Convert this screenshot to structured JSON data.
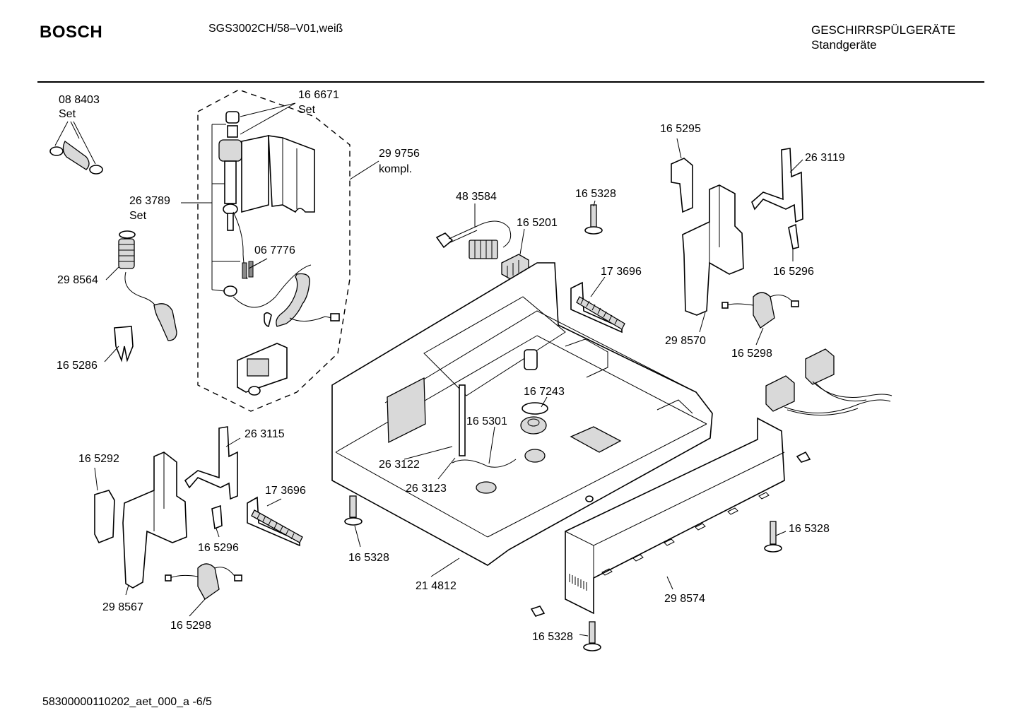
{
  "header": {
    "brand": "BOSCH",
    "model": "SGS3002CH/58–V01,weiß",
    "category": "GESCHIRRSPÜLGERÄTE",
    "subcategory": "Standgeräte"
  },
  "footer": {
    "doc_id": "58300000110202_aet_000_a  -6/5"
  },
  "labels": [
    {
      "id": "l1",
      "lines": [
        "08 8403",
        "Set"
      ]
    },
    {
      "id": "l2",
      "lines": [
        "16 6671",
        "Set"
      ]
    },
    {
      "id": "l3",
      "lines": [
        "29 9756",
        "kompl."
      ]
    },
    {
      "id": "l4",
      "lines": [
        "26 3789",
        "Set"
      ]
    },
    {
      "id": "l5",
      "lines": [
        "06 7776"
      ]
    },
    {
      "id": "l6",
      "lines": [
        "29 8564"
      ]
    },
    {
      "id": "l7",
      "lines": [
        "16 5286"
      ]
    },
    {
      "id": "l8",
      "lines": [
        "48 3584"
      ]
    },
    {
      "id": "l9",
      "lines": [
        "16 5201"
      ]
    },
    {
      "id": "l10",
      "lines": [
        "16 5328"
      ]
    },
    {
      "id": "l11",
      "lines": [
        "17 3696"
      ]
    },
    {
      "id": "l12",
      "lines": [
        "16 5295"
      ]
    },
    {
      "id": "l13",
      "lines": [
        "26 3119"
      ]
    },
    {
      "id": "l14",
      "lines": [
        "16 5296"
      ]
    },
    {
      "id": "l15",
      "lines": [
        "29 8570"
      ]
    },
    {
      "id": "l16",
      "lines": [
        "16 5298"
      ]
    },
    {
      "id": "l17",
      "lines": [
        "16 7243"
      ]
    },
    {
      "id": "l18",
      "lines": [
        "16 5301"
      ]
    },
    {
      "id": "l19",
      "lines": [
        "26 3115"
      ]
    },
    {
      "id": "l20",
      "lines": [
        "16 5292"
      ]
    },
    {
      "id": "l21",
      "lines": [
        "17 3696"
      ]
    },
    {
      "id": "l22",
      "lines": [
        "26 3122"
      ]
    },
    {
      "id": "l23",
      "lines": [
        "26 3123"
      ]
    },
    {
      "id": "l24",
      "lines": [
        "16 5296"
      ]
    },
    {
      "id": "l25",
      "lines": [
        "16 5328"
      ]
    },
    {
      "id": "l26",
      "lines": [
        "16 5328"
      ]
    },
    {
      "id": "l27",
      "lines": [
        "29 8567"
      ]
    },
    {
      "id": "l28",
      "lines": [
        "21 4812"
      ]
    },
    {
      "id": "l29",
      "lines": [
        "29 8574"
      ]
    },
    {
      "id": "l30",
      "lines": [
        "16 5298"
      ]
    },
    {
      "id": "l31",
      "lines": [
        "16 5328"
      ]
    }
  ]
}
